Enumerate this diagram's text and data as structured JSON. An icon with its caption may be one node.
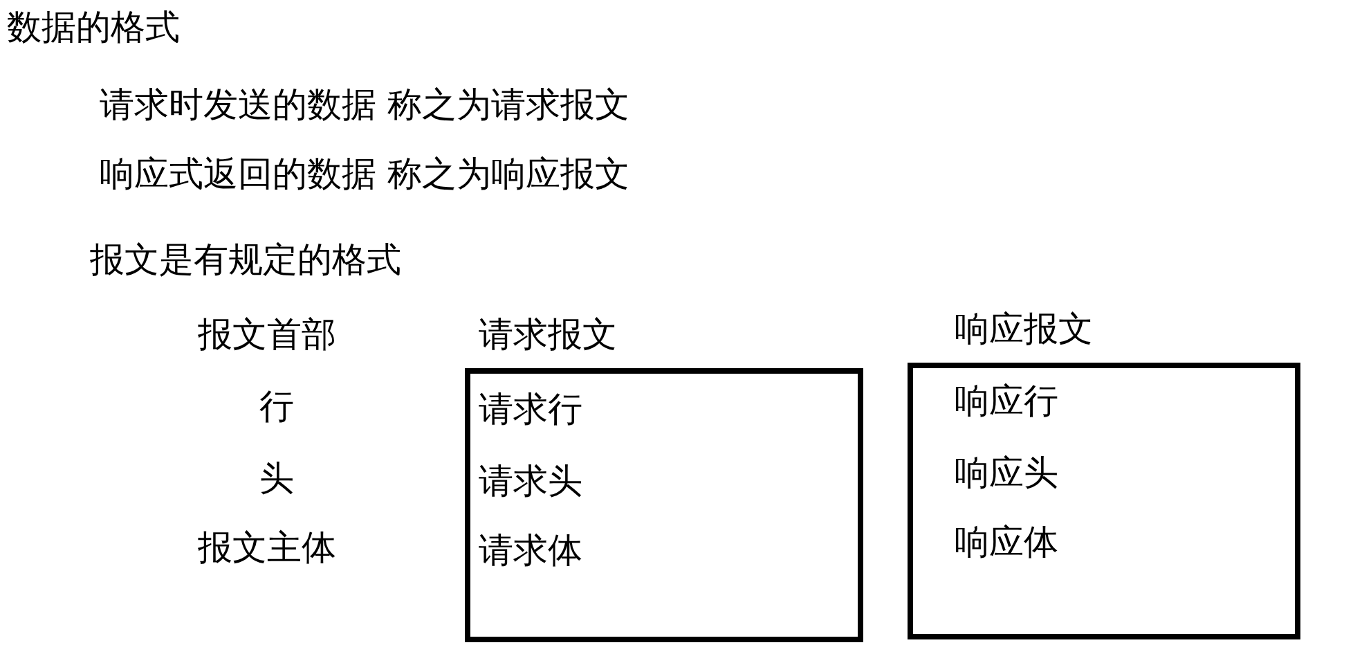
{
  "diagram": {
    "title": "数据的格式",
    "nodes": [
      {
        "text": [
          "请求报文",
          "请求行",
          "请求头",
          "请求体"
        ]
      },
      {
        "text": [
          "响应报文",
          "响应行",
          "响应头",
          "响应体"
        ]
      }
    ],
    "edges": [],
    "labels": [
      "请求时发送的数据 称之为请求报文",
      "响应式返回的数据 称之为响应报文",
      "报文是有规定的格式",
      "报文首部",
      "行",
      "头",
      "报文主体"
    ]
  }
}
